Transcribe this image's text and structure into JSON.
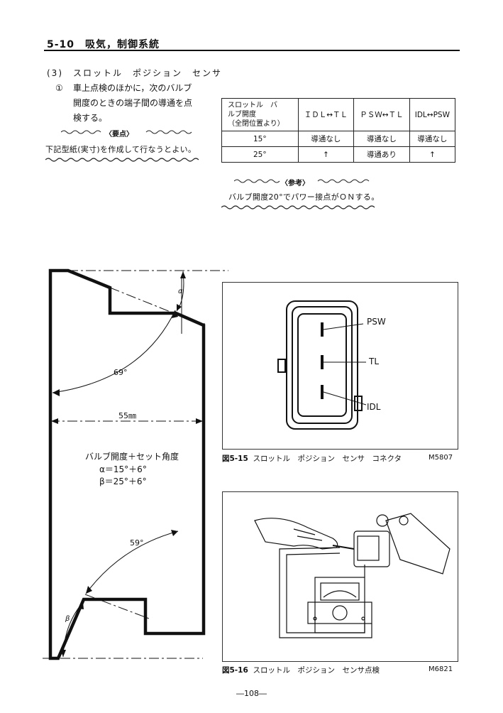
{
  "header": {
    "title": "5-10　吸気，制御系統"
  },
  "section": {
    "title": "(3)　スロットル　ポジション　センサ",
    "item_number": "①",
    "item_line1": "車上点検のほかに，次のバルブ",
    "item_line2": "開度のときの端子間の導通を点",
    "item_line3": "検する。",
    "point_label": "〈要点〉",
    "point_text": "下記型紙(実寸)を作成して行なうとよい。"
  },
  "table": {
    "header_first_line1": "スロットル　バ",
    "header_first_line2": "ルブ開度",
    "header_first_line3": "（全閉位置より）",
    "headers": [
      "ＩＤＬ↔ＴＬ",
      "ＰＳＷ↔ＴＬ",
      "IDL↔PSW"
    ],
    "rows": [
      {
        "angle": "15°",
        "cells": [
          "導通なし",
          "導通なし",
          "導通なし"
        ]
      },
      {
        "angle": "25°",
        "cells": [
          "↑",
          "導通あり",
          "↑"
        ]
      }
    ]
  },
  "reference": {
    "label": "〈参考〉",
    "text": "バルブ開度20°でパワー接点がＯＮする。"
  },
  "template": {
    "alpha": "α",
    "beta": "β",
    "angle_top": "69°",
    "angle_bottom": "59°",
    "width": "55㎜",
    "title": "バルブ開度＋セット角度",
    "alpha_eq": "α＝15°＋6°",
    "beta_eq": "β＝25°＋6°"
  },
  "figure1": {
    "labels": [
      "PSW",
      "TL",
      "IDL"
    ],
    "caption_num": "図5-15",
    "caption_text": "スロットル　ポジション　センサ　コネクタ",
    "code": "M5807"
  },
  "figure2": {
    "caption_num": "図5-16",
    "caption_text": "スロットル　ポジション　センサ点検",
    "code": "M6821"
  },
  "page_number": "―108―"
}
